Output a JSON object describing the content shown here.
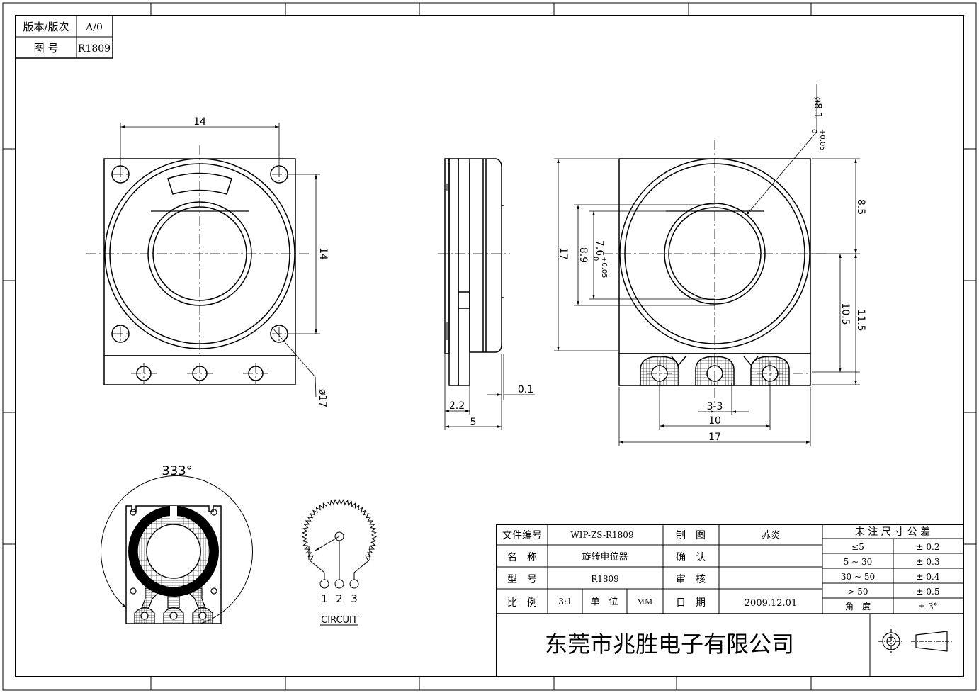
{
  "revision_block": {
    "version_label": "版本/版次",
    "version_value": "A/0",
    "drawing_no_label": "图 号",
    "drawing_no_value": "R1809"
  },
  "front_view": {
    "dim_top": "14",
    "dim_right": "14",
    "dim_diameter": "ø17"
  },
  "side_view": {
    "dim_01": "0.1",
    "dim_22": "2.2",
    "dim_5": "5"
  },
  "back_view": {
    "dim_hole_diameter": "ø8.1",
    "dim_hole_tol": "+0.05",
    "dim_hole_tol_low": "0",
    "dim_17_left": "17",
    "dim_89": "8.9",
    "dim_76": "7.6",
    "dim_76_tol": "+0.05",
    "dim_76_tol_low": "0",
    "dim_85": "8.5",
    "dim_105": "10.5",
    "dim_115": "11.5",
    "dim_pitch": "3-3",
    "dim_10": "10",
    "dim_17_bottom": "17"
  },
  "rotation_view": {
    "angle_label": "333°"
  },
  "circuit": {
    "pin_labels": [
      "1",
      "2",
      "3"
    ],
    "caption": "CIRCUIT"
  },
  "title_block": {
    "file_no_label": "文件编号",
    "file_no_value": "WIP-ZS-R1809",
    "name_label": "名　称",
    "name_value": "旋转电位器",
    "model_label": "型　号",
    "model_value": "R1809",
    "scale_label": "比　例",
    "scale_value": "3:1",
    "unit_label": "单　位",
    "unit_value": "MM",
    "drawn_label": "制　图",
    "drawn_value": "苏炎",
    "confirm_label": "确　认",
    "confirm_value": "",
    "review_label": "审　核",
    "review_value": "",
    "date_label": "日　期",
    "date_value": "2009.12.01",
    "company": "东莞市兆胜电子有限公司",
    "tolerance_header": "未 注 尺 寸 公 差",
    "tolerance_rows": [
      {
        "range": "≤5",
        "tol": "± 0.2"
      },
      {
        "range": "5 ~ 30",
        "tol": "± 0.3"
      },
      {
        "range": "30 ~ 50",
        "tol": "± 0.4"
      },
      {
        "range": "> 50",
        "tol": "± 0.5"
      },
      {
        "range": "角　度",
        "tol": "± 3°"
      }
    ]
  }
}
